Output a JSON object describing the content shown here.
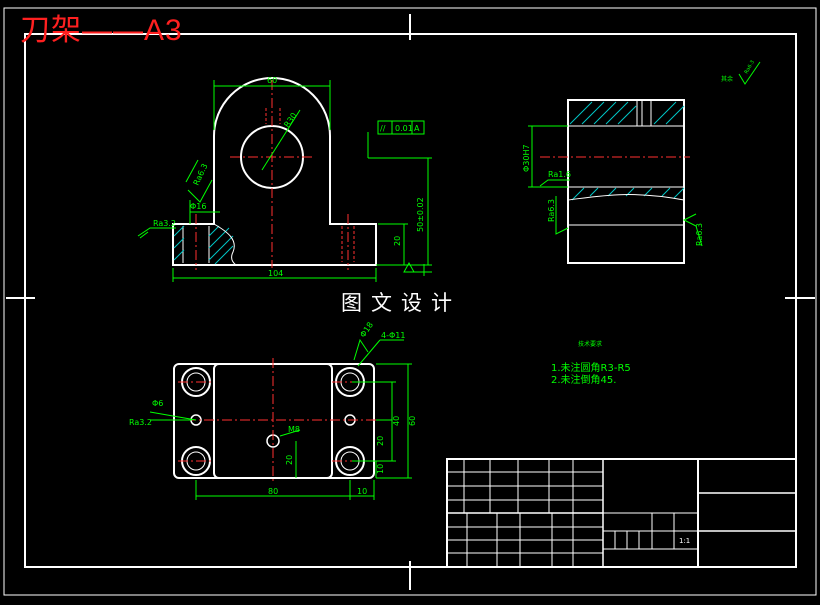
{
  "drawing": {
    "title": "刀架——A3",
    "watermark": "图文设计",
    "colors": {
      "background": "#000000",
      "outline": "#ffffff",
      "dimension": "#00ff00",
      "centerline": "#ff3030",
      "hatch": "#00c8c8",
      "title": "#ff2020"
    }
  },
  "front_view": {
    "dim_width": "60",
    "dim_radius": "R30",
    "dim_base_length": "104",
    "dim_hole": "Φ16",
    "dim_height": "20",
    "dim_total_height": "50±0.02",
    "roughness_top": "Ra6.3",
    "roughness_left": "Ra3.2",
    "tolerance_symbol": "//",
    "tolerance_value": "0.01",
    "tolerance_datum": "A"
  },
  "side_view": {
    "dim_bore": "Φ30H7",
    "roughness_bore": "Ra1.6",
    "roughness_left": "Ra6.3",
    "roughness_right": "Ra6.3"
  },
  "top_view": {
    "dim_holes": "4-Φ11",
    "dim_counterbore": "Φ18",
    "dim_pin": "Φ6",
    "roughness": "Ra3.2",
    "dim_thread": "M8",
    "dim_mid": "20",
    "dim_length": "80",
    "dim_edge": "10",
    "dim_right_10": "10",
    "dim_right_20": "20",
    "dim_right_40": "40",
    "dim_right_60": "60"
  },
  "notes": {
    "heading": "技术要求",
    "line1": "1.未注圆角R3-R5",
    "line2": "2.未注倒角45."
  },
  "corner_roughness": {
    "label": "其余",
    "value": "Ra6.3"
  },
  "title_block": {
    "scale": "1:1"
  }
}
